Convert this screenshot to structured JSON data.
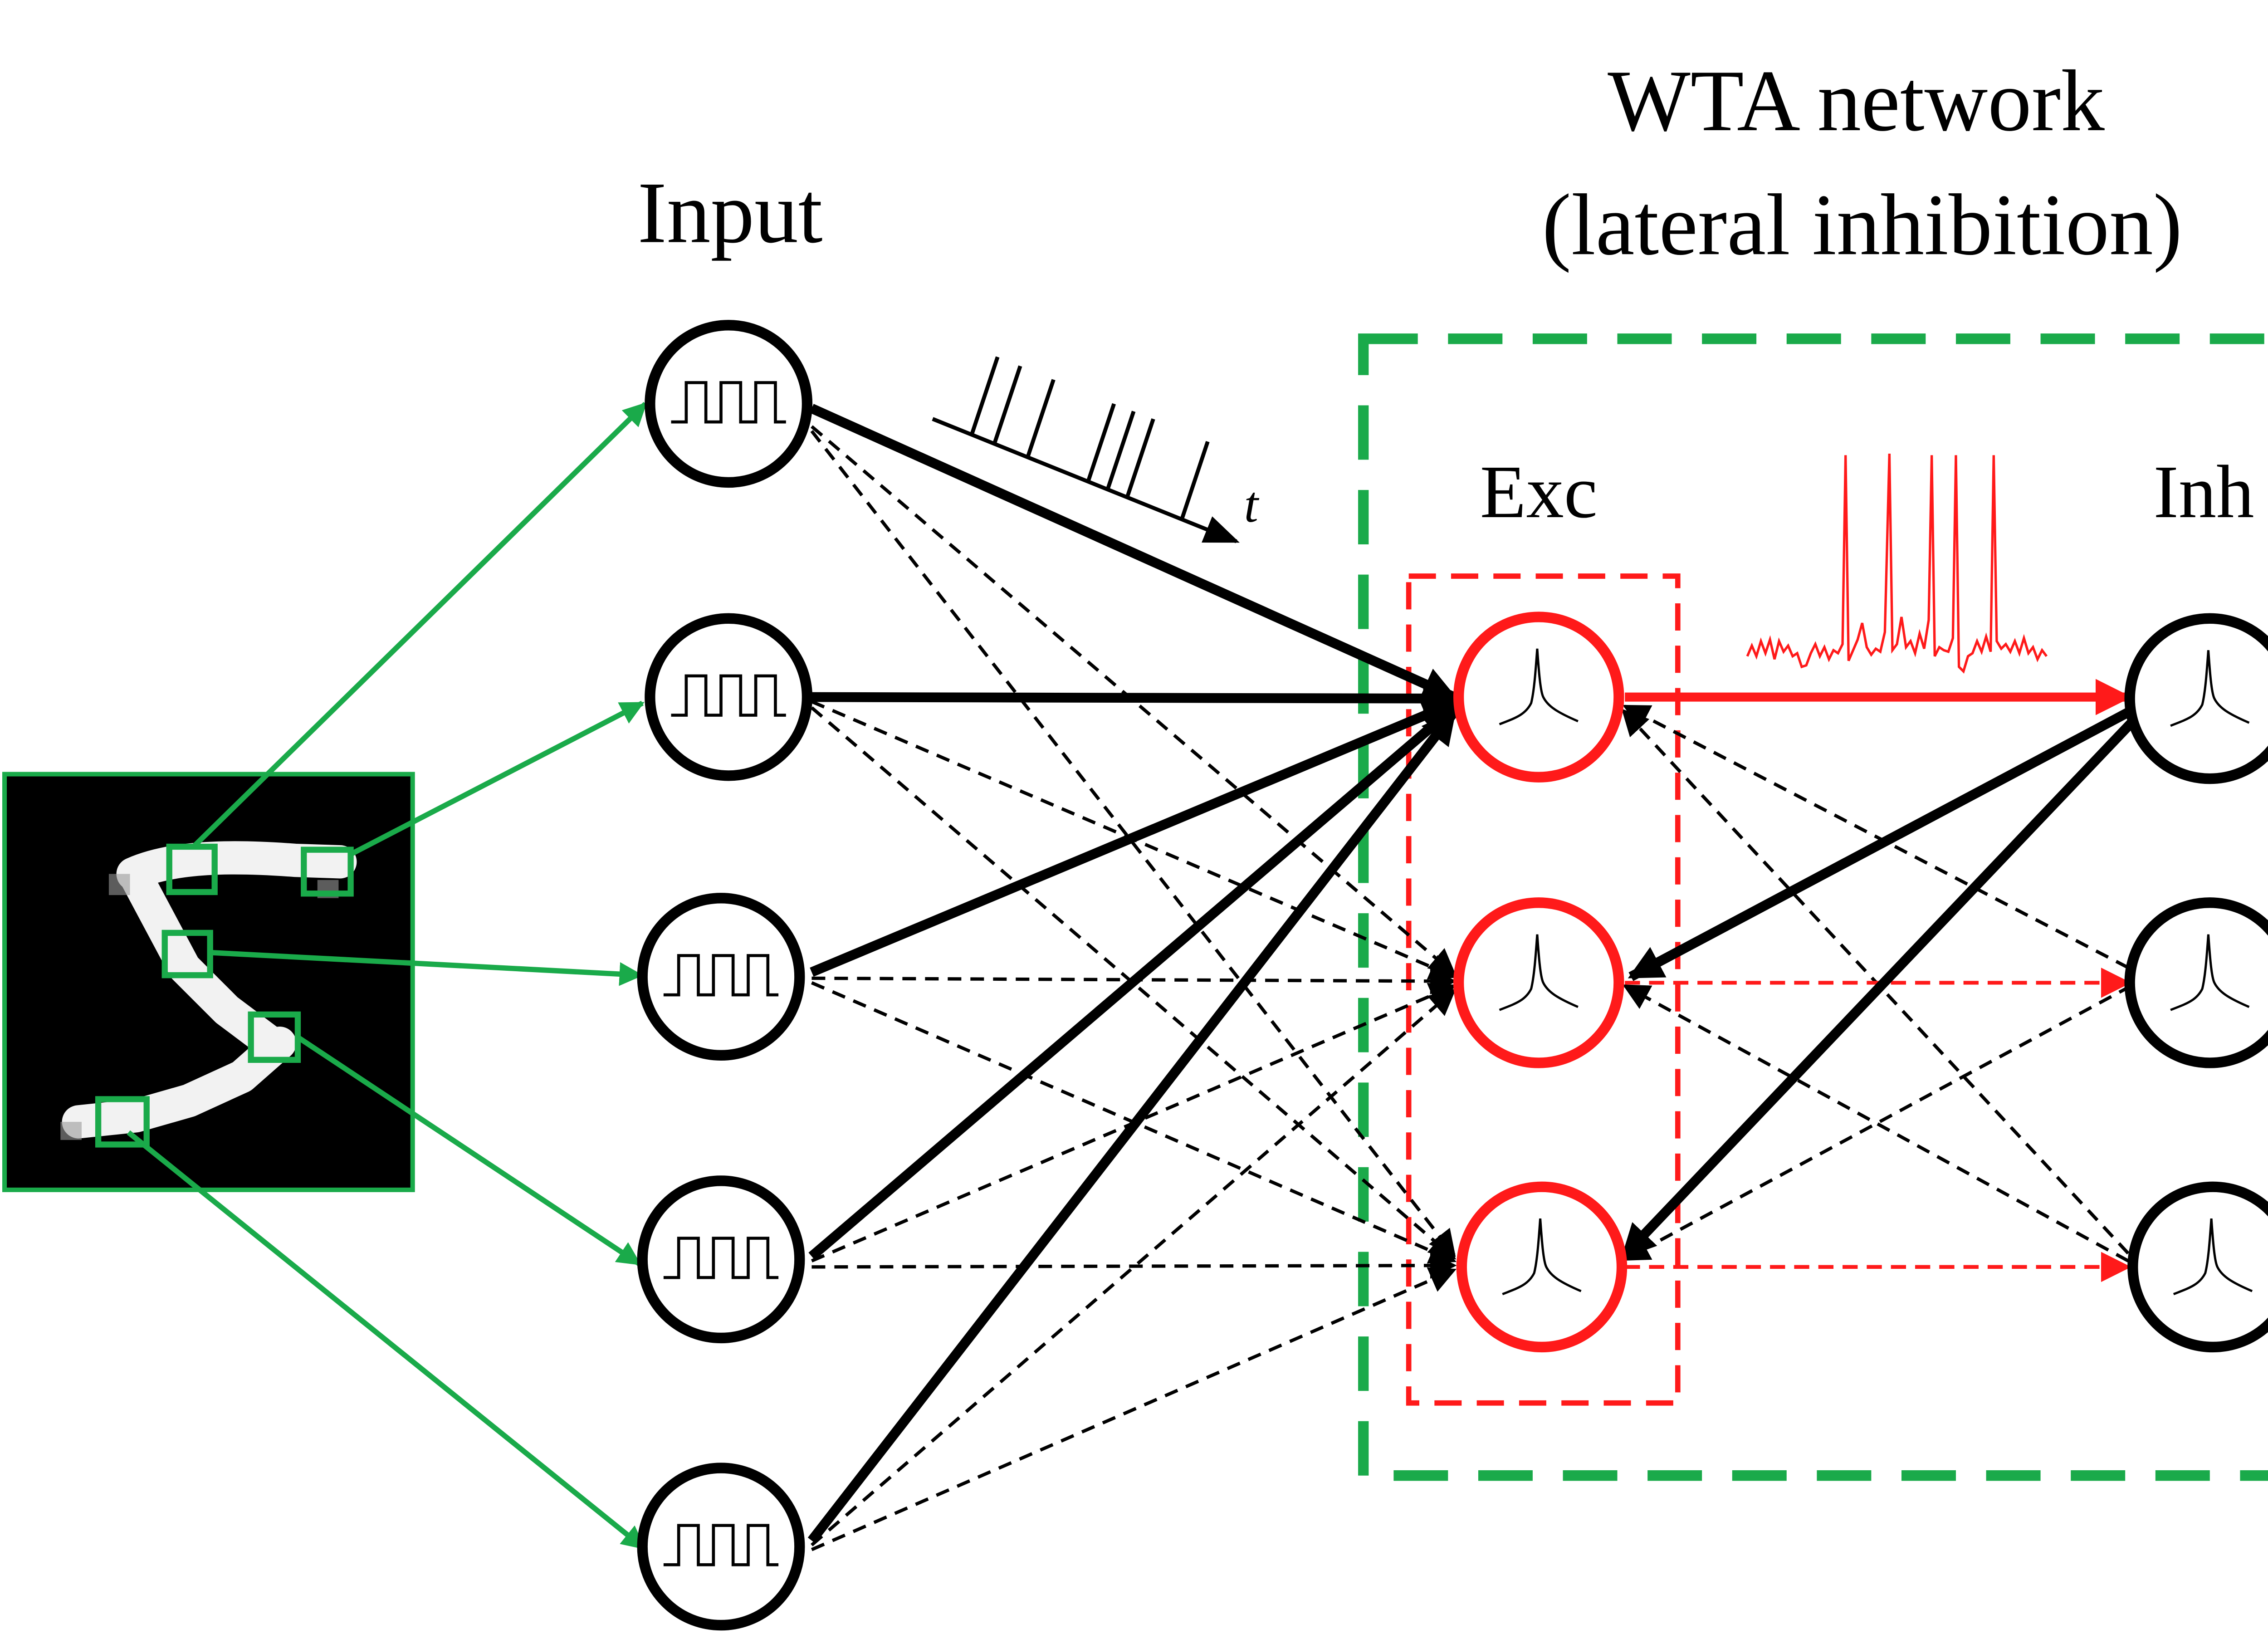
{
  "labels": {
    "input": "Input",
    "wta_line1": "WTA network",
    "wta_line2": "(lateral inhibition)",
    "exc": "Exc",
    "inh": "Inh",
    "time": "t"
  },
  "colors": {
    "green": "#1aaa4a",
    "red": "#ff1a1a",
    "black": "#000000",
    "white": "#ffffff"
  },
  "icons": {
    "input_neuron": "square-pulse-train-icon",
    "output_neuron": "spike-waveform-icon"
  }
}
